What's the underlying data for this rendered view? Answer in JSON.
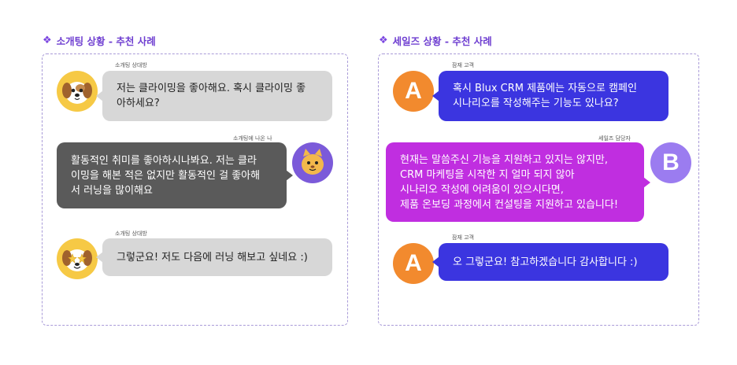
{
  "colors": {
    "title": "#6f3fd1",
    "panel_border": "#a99bd8",
    "gray_bubble": "#d7d7d7",
    "dark_bubble": "#5a5a5a",
    "blue_bubble": "#3b35e0",
    "magenta_bubble": "#c02ee0",
    "avatar_a": "#f28a2e",
    "avatar_b": "#9b7cf0",
    "avatar_dog": "#f6c945",
    "avatar_cat": "#7b5ad9"
  },
  "left": {
    "title": "소개팅 상황 - 추천 사례",
    "messages": [
      {
        "speaker": "소개팅 상대방",
        "text": "저는 클라이밍을 좋아해요. 혹시 클라이밍 좋\n아하세요?",
        "avatar": "dog-emoji-icon"
      },
      {
        "speaker": "소개팅에 나온 나",
        "text": "활동적인 취미를 좋아하시나봐요. 저는 클라\n이밍을 해본 적은 없지만 활동적인 걸 좋아해\n서 러닝을 많이해요",
        "avatar": "cat-emoji-icon"
      },
      {
        "speaker": "소개팅 상대방",
        "text": "그렇군요! 저도 다음에 러닝 해보고 싶네요 :)",
        "avatar": "starry-eyed-dog-emoji-icon"
      }
    ]
  },
  "right": {
    "title": "세일즈 상황 - 추천 사례",
    "messages": [
      {
        "speaker": "잠재 고객",
        "text": "혹시 Blux CRM 제품에는 자동으로 캠페인\n시나리오를 작성해주는 기능도 있나요?",
        "avatar_letter": "A"
      },
      {
        "speaker": "세일즈 담당자",
        "text": "현재는 말씀주신 기능을 지원하고 있지는 않지만,\nCRM 마케팅을 시작한 지 얼마 되지 않아\n시나리오 작성에 어려움이 있으시다면,\n제품 온보딩 과정에서 컨설팅을 지원하고 있습니다!",
        "avatar_letter": "B"
      },
      {
        "speaker": "잠재 고객",
        "text": "오 그렇군요! 참고하겠습니다 감사합니다 :)",
        "avatar_letter": "A"
      }
    ]
  }
}
